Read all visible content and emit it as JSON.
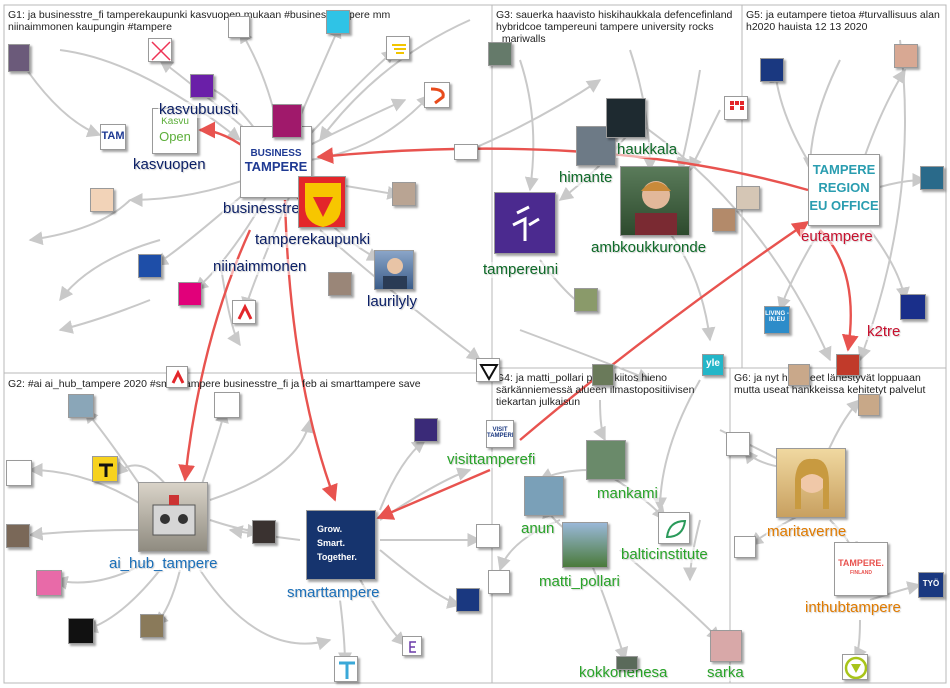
{
  "groups": [
    {
      "id": "G1",
      "title": "G1: ja businesstre_fi tamperekaupunki kasvuopen mukaan #businesstampere mm niinaimmonen kaupungin #tampere"
    },
    {
      "id": "G2",
      "title": "G2: #ai ai_hub_tampere 2020 #smarttampere businesstre_fi ja feb ai smarttampere save"
    },
    {
      "id": "G3",
      "title": "G3: sauerka haavisto hiskihaukkala defencefinland hybridcoe tampereuni tampere university rocks _mariwalls"
    },
    {
      "id": "G4",
      "title": "G4: ja matti_pollari päivä kiitos hieno särkänniemessä alueen ilmastopositiivisen tiekartan julkaisun"
    },
    {
      "id": "G5",
      "title": "G5: ja eutampere tietoa #turvallisuus alan h2020 hauista 12 13 2020"
    },
    {
      "id": "G6",
      "title": "G6: ja nyt hankkeet lähestyvät loppuaan mutta useat hankkeissa kehitetyt palvelut"
    }
  ],
  "labels": {
    "businesstre_fi": "businesstre_fi",
    "tamperekaupunki": "tamperekaupunki",
    "niinaimmonen": "niinaimmonen",
    "kasvuopen": "kasvuopen",
    "laurilyly": "laurilyly",
    "kasvubuusti": "kasvubuusti",
    "tampereuni": "tampereuni",
    "ambkoukkuronde": "ambkoukkuronde",
    "himante": "himante",
    "haukkala": "haukkala",
    "eutampere": "eutampere",
    "k2tre": "k2tre",
    "ai_hub_tampere": "ai_hub_tampere",
    "smarttampere": "smarttampere",
    "visittamperefi": "visittamperefi",
    "mankami": "mankami",
    "anun": "anun",
    "balticinstitute": "balticinstitute",
    "matti_pollari": "matti_pollari",
    "kokkonenesa": "kokkonenesa",
    "sarka": "sarka",
    "maritaverne": "maritaverne",
    "inthubtampere": "inthubtampere"
  },
  "logos": {
    "business_tampere_line1": "BUSINESS",
    "business_tampere_line2": "TAMPERE",
    "kasvu_line1": "Kasvu",
    "kasvu_line2": "Open",
    "tre_region_line1": "TAMPERE",
    "tre_region_line2": "REGION",
    "tre_region_line3": "EU OFFICE",
    "smart_line1": "Grow.",
    "smart_line2": "Smart.",
    "smart_line3": "Together.",
    "inthub_line1": "TAMPERE.",
    "inthub_line2": "FINLAND",
    "yle": "yle",
    "living": "LIVING -IN.EU",
    "tyo": "TYÖ",
    "visit": "VISIT TAMPERE",
    "tam": "TAM"
  },
  "colors": {
    "g1": "#0b1f66",
    "g2": "#1b6fb8",
    "g3": "#0e6a28",
    "g4": "#29a329",
    "g5": "#c8102e",
    "g6": "#e07b00",
    "edge": "#c9c9c9",
    "edge_highlight": "#e8534f"
  }
}
